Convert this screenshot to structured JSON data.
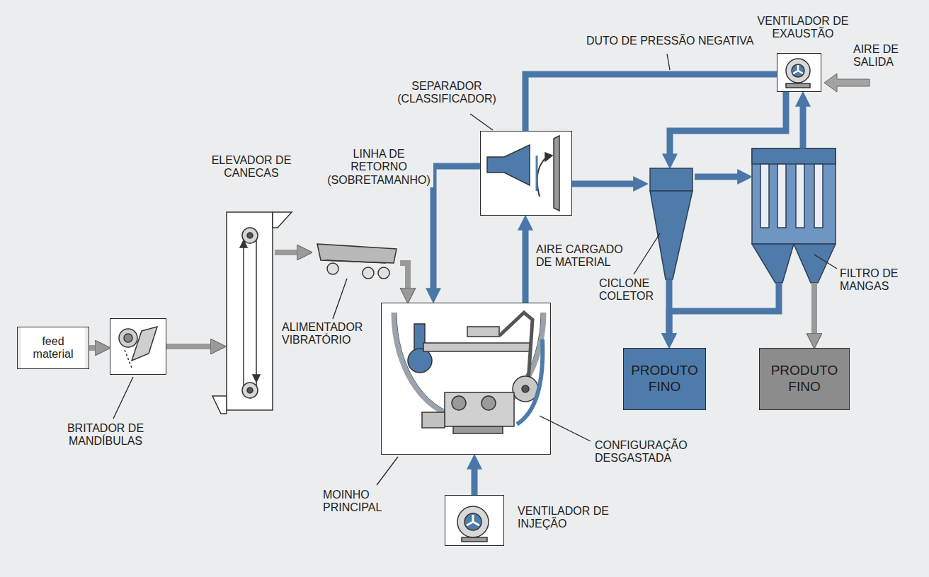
{
  "diagram": {
    "nodes": [
      {
        "text": [
          "feed material"
        ]
      },
      {
        "text": [
          "BRITADOR DE MANDÍBULAS"
        ]
      },
      {
        "text": [
          "ELEVADOR DE CANECAS"
        ]
      },
      {
        "text": [
          "ALIMENTADOR VIBRATÓRIO"
        ]
      },
      {
        "text": [
          "MOINHO PRINCIPAL"
        ]
      },
      {
        "text": [
          "VENTILADOR DE INJEÇÃO"
        ]
      },
      {
        "text": [
          "SEPARADOR (CLASSIFICADOR)"
        ]
      },
      {
        "text": [
          "CICLONE COLETOR"
        ]
      },
      {
        "text": [
          "FILTRO DE MANGAS"
        ]
      },
      {
        "text": [
          "VENTILADOR DE EXAUSTÃO"
        ]
      },
      {
        "text": [
          "PRODUTO FINO"
        ]
      },
      {
        "text": [
          "PRODUTO FINO"
        ]
      }
    ],
    "edges": [
      {
        "from": 0,
        "to": 1,
        "arrow": "to"
      },
      {
        "from": 1,
        "to": 2,
        "arrow": "to"
      },
      {
        "from": 2,
        "to": 3,
        "arrow": "to"
      },
      {
        "from": 3,
        "to": 4,
        "arrow": "to"
      },
      {
        "from": 6,
        "to": 4,
        "label": "LINHA DE RETORNO (SOBRETAMANHO)",
        "arrow": "to"
      },
      {
        "from": 5,
        "to": 4,
        "arrow": "to"
      },
      {
        "from": 4,
        "to": 6,
        "label": "AIRE CARGADO DE MATERIAL",
        "arrow": "to"
      },
      {
        "from": 6,
        "to": 7,
        "arrow": "to"
      },
      {
        "from": 7,
        "to": 8,
        "arrow": "to"
      },
      {
        "from": 6,
        "to": 9,
        "label": "DUTO DE PRESSÃO NEGATIVA",
        "arrow": "none"
      },
      {
        "from": 8,
        "to": 9,
        "arrow": "to"
      },
      {
        "from": 9,
        "to": 7,
        "arrow": "to"
      },
      {
        "from": 7,
        "to": 10,
        "arrow": "to"
      },
      {
        "from": 8,
        "to": 10,
        "arrow": "to"
      },
      {
        "from": 8,
        "to": 11,
        "arrow": "to"
      }
    ],
    "labels": [
      "AIRE DE SALIDA",
      "CONFIGURAÇÃO DESGASTADA"
    ]
  }
}
